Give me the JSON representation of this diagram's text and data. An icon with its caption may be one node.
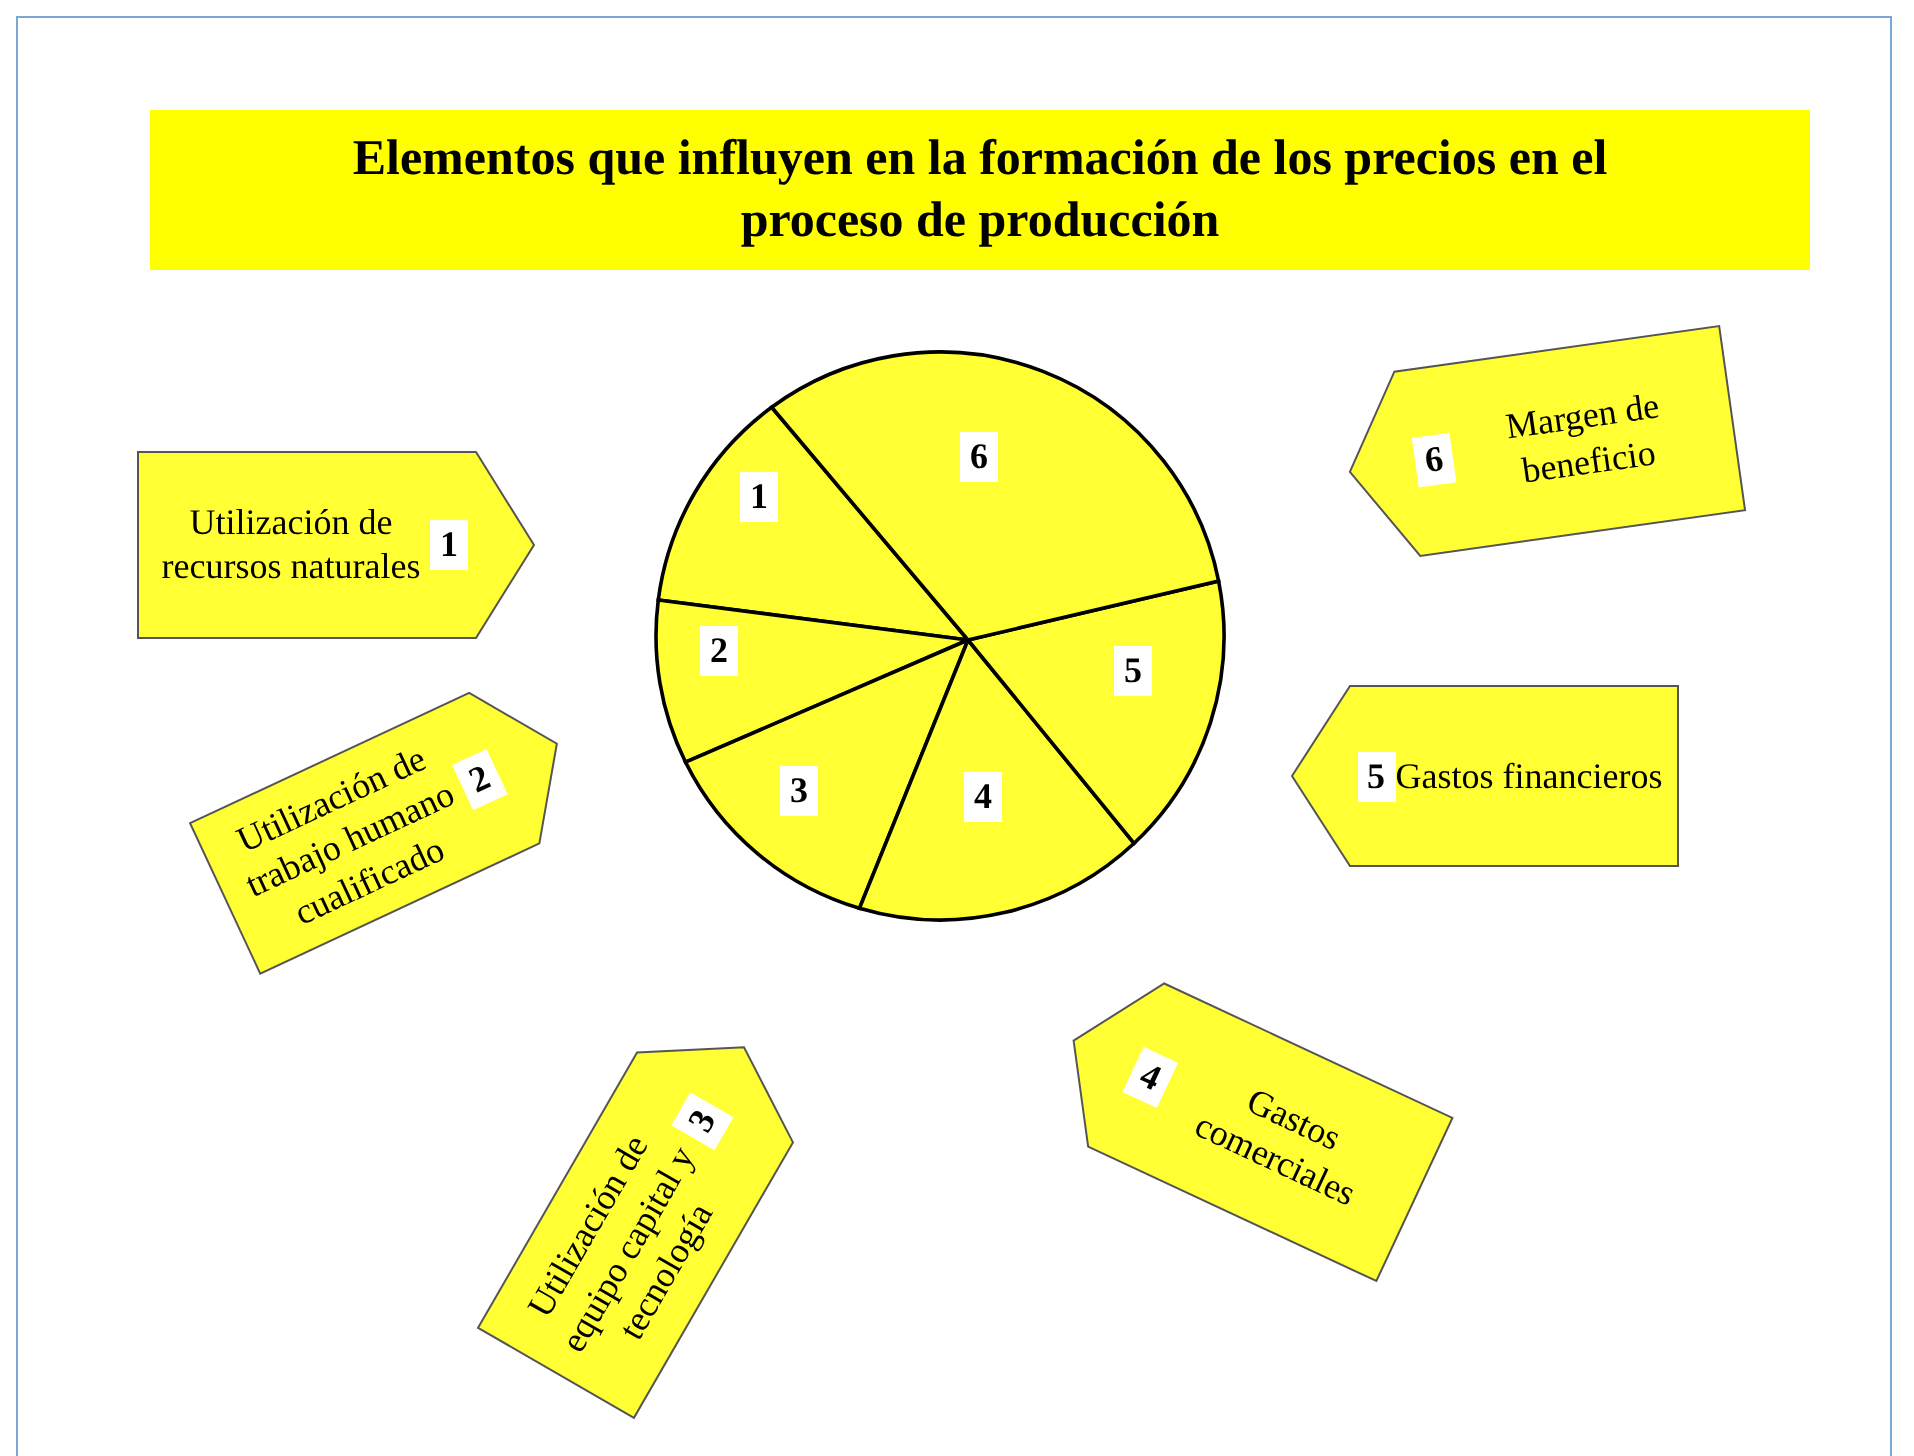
{
  "diagram": {
    "title": "Elementos que influyen en la formación de los precios en el proceso de producción",
    "nodes": [
      {
        "text": [
          "1"
        ]
      },
      {
        "text": [
          "2"
        ]
      },
      {
        "text": [
          "3"
        ]
      },
      {
        "text": [
          "4"
        ]
      },
      {
        "text": [
          "5"
        ]
      },
      {
        "text": [
          "6"
        ]
      },
      {
        "text": [
          "Utilización de recursos naturales",
          "1"
        ]
      },
      {
        "text": [
          "Utilización de trabajo humano cualificado",
          "2"
        ]
      },
      {
        "text": [
          "Utilización de equipo capital y tecnología",
          "3"
        ]
      },
      {
        "text": [
          "4",
          "Gastos comerciales"
        ]
      },
      {
        "text": [
          "5",
          "Gastos financieros"
        ]
      },
      {
        "text": [
          "6",
          "Margen de beneficio"
        ]
      }
    ],
    "edges": []
  }
}
